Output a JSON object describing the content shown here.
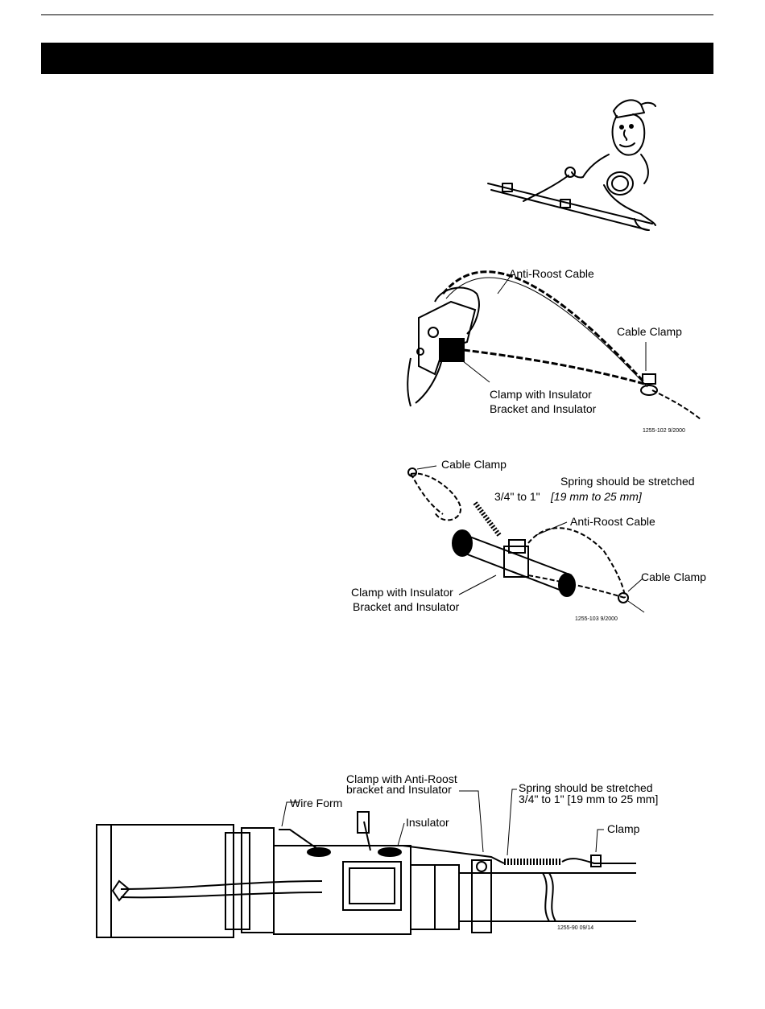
{
  "header": {
    "title": ""
  },
  "figure_a": {
    "cable_label": "Anti-Roost Cable",
    "cable_clamp_label": "Cable Clamp",
    "clamp_line1": "Clamp with Insulator",
    "clamp_line2": "Bracket and Insulator",
    "code": "1255-102 9/2000"
  },
  "figure_b": {
    "cable_clamp_top": "Cable Clamp",
    "spring_line1": "Spring should be stretched",
    "spring_line2_a": "3/4\" to 1\"",
    "spring_line2_b": "[19 mm to 25 mm]",
    "cable_label": "Anti-Roost Cable",
    "cable_clamp_right": "Cable Clamp",
    "clamp_line1": "Clamp with Insulator",
    "clamp_line2": "Bracket and Insulator",
    "code": "1255-103 9/2000"
  },
  "figure_c": {
    "clamp_line1": "Clamp with Anti-Roost",
    "clamp_line2": "bracket and Insulator",
    "spring_line1": "Spring should be stretched",
    "spring_line2": "3/4\" to 1\" [19 mm to 25 mm]",
    "wire_form": "Wire Form",
    "insulator": "Insulator",
    "clamp": "Clamp",
    "code": "1255-90 09/14"
  }
}
